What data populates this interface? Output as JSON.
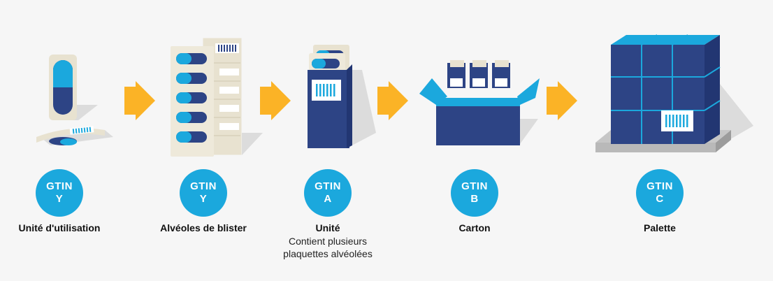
{
  "stages": [
    {
      "label": "Unité d'utilisation",
      "gtin_prefix": "GTIN",
      "gtin_code": "Y",
      "sub": []
    },
    {
      "label": "Alvéoles de blister",
      "gtin_prefix": "GTIN",
      "gtin_code": "Y",
      "sub": []
    },
    {
      "label": "Unité",
      "gtin_prefix": "GTIN",
      "gtin_code": "A",
      "sub": [
        "Contient plusieurs",
        "plaquettes alvéolées"
      ]
    },
    {
      "label": "Carton",
      "gtin_prefix": "GTIN",
      "gtin_code": "B",
      "sub": []
    },
    {
      "label": "Palette",
      "gtin_prefix": "GTIN",
      "gtin_code": "C",
      "sub": []
    }
  ],
  "colors": {
    "arrow": "#fbb326",
    "badge": "#1ba8dd",
    "navy": "#2d4485",
    "light_blue": "#1ba8dd",
    "blister": "#e8e2d0",
    "shadow": "#d8d8d8"
  }
}
